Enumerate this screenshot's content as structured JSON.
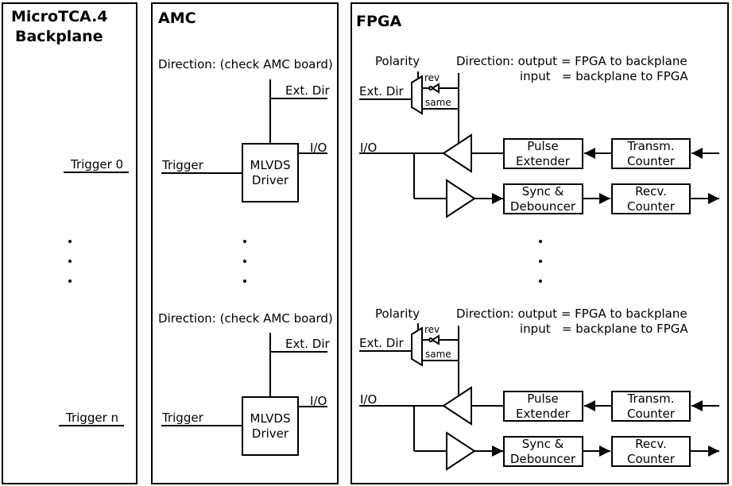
{
  "panels": {
    "backplane": {
      "title_line1": "MicroTCA.4",
      "title_line2": "Backplane",
      "trigger_first": "Trigger 0",
      "trigger_last": "Trigger n"
    },
    "amc": {
      "title": "AMC",
      "direction": "Direction: (check AMC board)",
      "ext_dir": "Ext. Dir",
      "io": "I/O",
      "trigger": "Trigger",
      "driver_line1": "MLVDS",
      "driver_line2": "Driver"
    },
    "fpga": {
      "title": "FPGA",
      "polarity": "Polarity",
      "direction_line1": "Direction: output = FPGA to backplane",
      "direction_line2": "input   = backplane to FPGA",
      "rev": "rev",
      "same": "same",
      "ext_dir": "Ext. Dir",
      "io": "I/O",
      "pulse_extender_line1": "Pulse",
      "pulse_extender_line2": "Extender",
      "transm_counter_line1": "Transm.",
      "transm_counter_line2": "Counter",
      "sync_debouncer_line1": "Sync &",
      "sync_debouncer_line2": "Debouncer",
      "recv_counter_line1": "Recv.",
      "recv_counter_line2": "Counter"
    }
  }
}
